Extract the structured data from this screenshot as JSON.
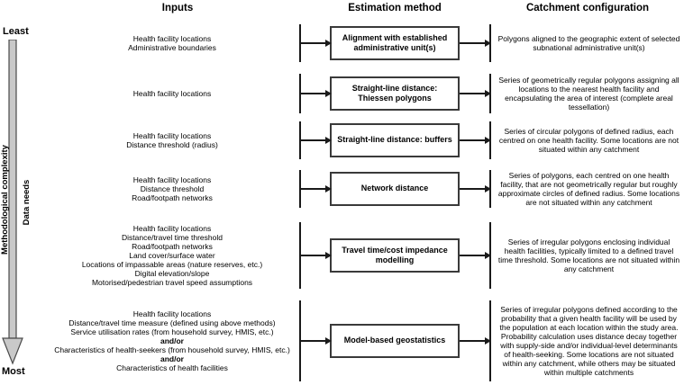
{
  "headers": {
    "inputs": "Inputs",
    "method": "Estimation method",
    "catchment": "Catchment configuration"
  },
  "axis": {
    "top_label": "Least",
    "bottom_label": "Most",
    "left_label": "Methodological complexity",
    "right_label": "Data needs"
  },
  "colors": {
    "axis_arrow_fill": "#c9c9c9",
    "axis_arrow_stroke": "#4a4a4a",
    "box_border": "#3a3a3a",
    "line_color": "#1a1a1a"
  },
  "rows": [
    {
      "inputs": [
        {
          "t": "Health facility locations"
        },
        {
          "t": "Administrative boundaries"
        }
      ],
      "method": "Alignment with established administrative unit(s)",
      "catchment": "Polygons aligned to the geographic extent of selected subnational administrative unit(s)"
    },
    {
      "inputs": [
        {
          "t": "Health facility locations"
        }
      ],
      "method": "Straight-line distance: Thiessen polygons",
      "catchment": "Series of geometrically regular polygons assigning all locations to the nearest health facility and encapsulating the area of interest (complete areal tessellation)"
    },
    {
      "inputs": [
        {
          "t": "Health facility locations"
        },
        {
          "t": "Distance threshold (radius)"
        }
      ],
      "method": "Straight-line distance: buffers",
      "catchment": "Series of circular polygons of defined radius, each centred on one health facility. Some locations are not situated within any catchment"
    },
    {
      "inputs": [
        {
          "t": "Health facility locations"
        },
        {
          "t": "Distance threshold"
        },
        {
          "t": "Road/footpath networks"
        }
      ],
      "method": "Network distance",
      "catchment": "Series of polygons, each centred on one health facility, that are not geometrically regular but roughly approximate circles of defined radius. Some locations are not situated within any catchment"
    },
    {
      "inputs": [
        {
          "t": "Health facility locations"
        },
        {
          "t": "Distance/travel time threshold"
        },
        {
          "t": "Road/footpath networks"
        },
        {
          "t": "Land cover/surface water"
        },
        {
          "t": "Locations of impassable areas (nature reserves, etc.)"
        },
        {
          "t": "Digital elevation/slope"
        },
        {
          "t": "Motorised/pedestrian travel speed assumptions"
        }
      ],
      "method": "Travel time/cost impedance modelling",
      "catchment": "Series of irregular polygons enclosing individual health facilities, typically limited to a defined travel time threshold. Some locations are not situated within any catchment"
    },
    {
      "inputs": [
        {
          "t": "Health facility locations"
        },
        {
          "t": "Distance/travel time measure (defined using above methods)"
        },
        {
          "t": "Service utilisation rates (from household survey, HMIS, etc.)"
        },
        {
          "t": "and/or",
          "b": true
        },
        {
          "t": "Characteristics of health-seekers (from household survey, HMIS, etc.)"
        },
        {
          "t": "and/or",
          "b": true
        },
        {
          "t": "Characteristics of health facilities"
        }
      ],
      "method": "Model-based geostatistics",
      "catchment": "Series of irregular polygons defined according to the probability that a given health facility will be used by the population at each location within the study area. Probability calculation uses distance decay together with supply-side and/or individual-level determinants of health-seeking. Some locations are not situated within any catchment, while others may be situated within multiple catchments"
    }
  ]
}
